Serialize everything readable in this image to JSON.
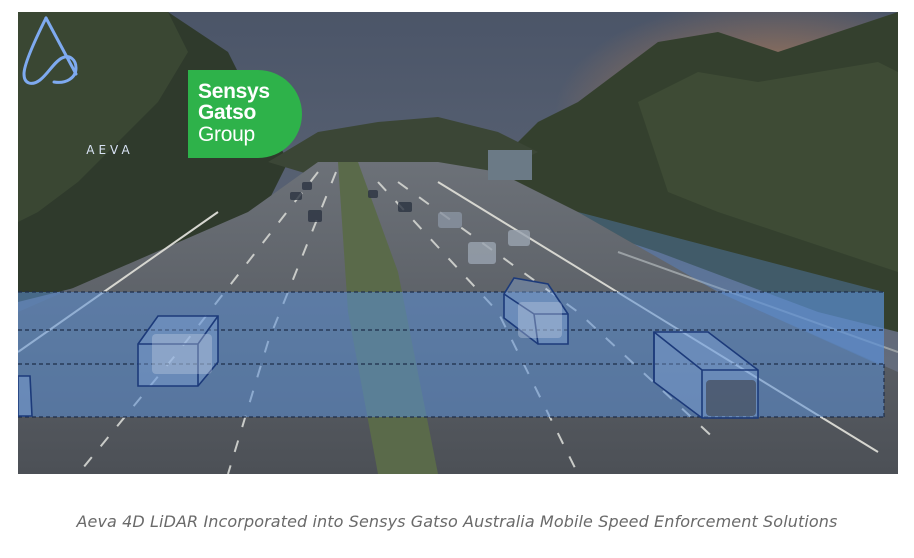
{
  "image": {
    "description_icon": "highway-photo",
    "overlay_color": "#5b8fd6"
  },
  "logos": {
    "aeva": {
      "icon": "aeva-logo-icon",
      "text": "AEVA",
      "color": "#7eaaf0"
    },
    "sensys": {
      "line1": "Sensys",
      "line2": "Gatso",
      "line3": "Group",
      "color": "#2eb24a"
    }
  },
  "caption": "Aeva 4D LiDAR Incorporated into Sensys Gatso Australia Mobile Speed Enforcement Solutions"
}
